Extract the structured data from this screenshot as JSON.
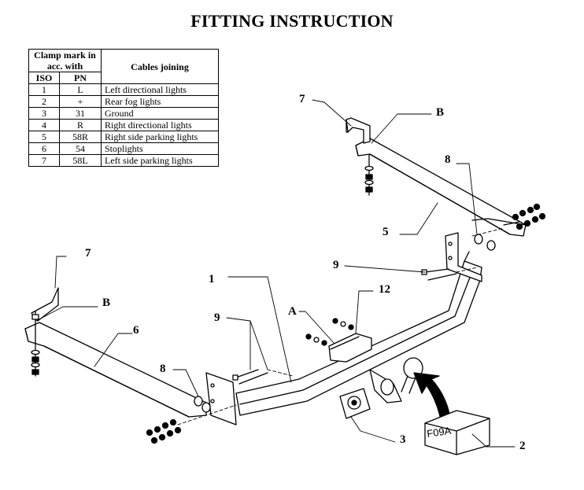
{
  "title": "FITTING INSTRUCTION",
  "legend": {
    "header_clamp": "Clamp mark in acc. with",
    "header_iso": "ISO",
    "header_pn": "PN",
    "header_cables": "Cables joining",
    "rows": [
      {
        "iso": "1",
        "pn": "L",
        "desc": "Left directional lights"
      },
      {
        "iso": "2",
        "pn": "+",
        "desc": "Rear fog lights"
      },
      {
        "iso": "3",
        "pn": "31",
        "desc": "Ground"
      },
      {
        "iso": "4",
        "pn": "R",
        "desc": "Right directional lights"
      },
      {
        "iso": "5",
        "pn": "58R",
        "desc": "Right side parking lights"
      },
      {
        "iso": "6",
        "pn": "54",
        "desc": "Stoplights"
      },
      {
        "iso": "7",
        "pn": "58L",
        "desc": "Left side parking lights"
      }
    ]
  },
  "callouts": {
    "n1": "1",
    "n2": "2",
    "n3": "3",
    "n5": "5",
    "n6": "6",
    "n7a": "7",
    "n7b": "7",
    "n8a": "8",
    "n8b": "8",
    "n9a": "9",
    "n9b": "9",
    "n12": "12",
    "A": "A",
    "Ba": "B",
    "Bb": "B"
  },
  "box_label": "F09A"
}
